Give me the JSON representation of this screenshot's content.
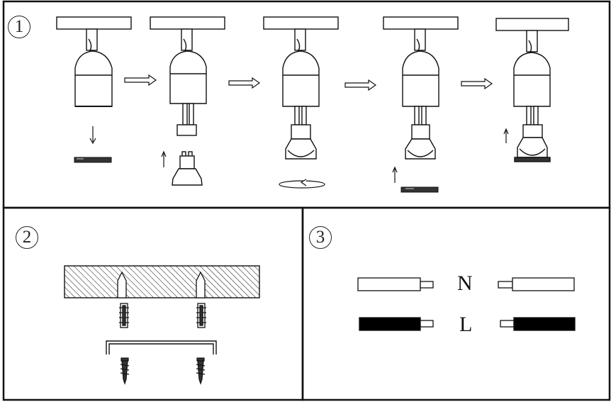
{
  "panels": [
    {
      "id": "bulb-install",
      "step_number": "1"
    },
    {
      "id": "wall-mount",
      "step_number": "2"
    },
    {
      "id": "wiring",
      "step_number": "3"
    }
  ],
  "wiring": {
    "neutral_label": "N",
    "live_label": "L",
    "neutral_wire_color": "#ffffff",
    "live_wire_color": "#000000"
  },
  "colors": {
    "line": "#111111",
    "background": "#ffffff"
  }
}
